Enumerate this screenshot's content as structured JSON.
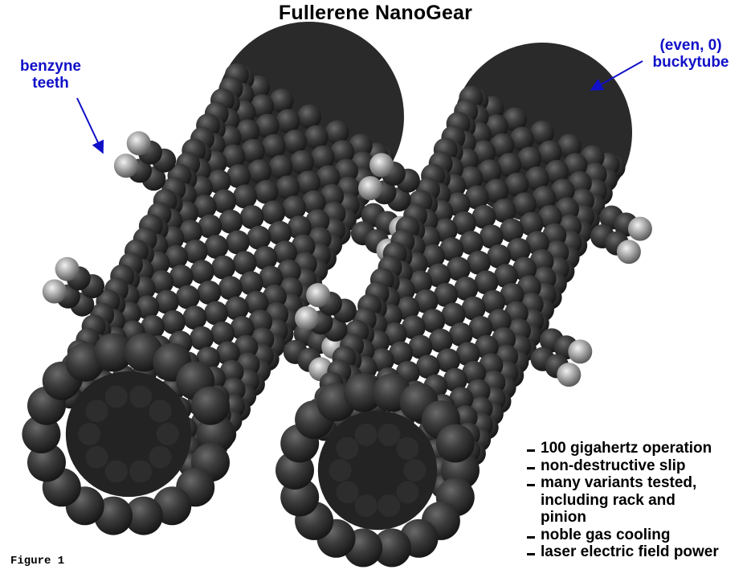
{
  "title": "Fullerene NanoGear",
  "callouts": {
    "benzyne": "benzyne\nteeth",
    "tube": "(even, 0)\nbuckytube"
  },
  "features": [
    "100 gigahertz operation",
    "non-destructive slip",
    "many variants tested,\nincluding rack and\npinion",
    "noble gas cooling",
    "laser electric field power"
  ],
  "figure_label": "Figure 1",
  "colors": {
    "carbon": "#3a3a3a",
    "hydrogen": "#a8a8a8",
    "annotation": "#1010c8",
    "text": "#000000"
  }
}
